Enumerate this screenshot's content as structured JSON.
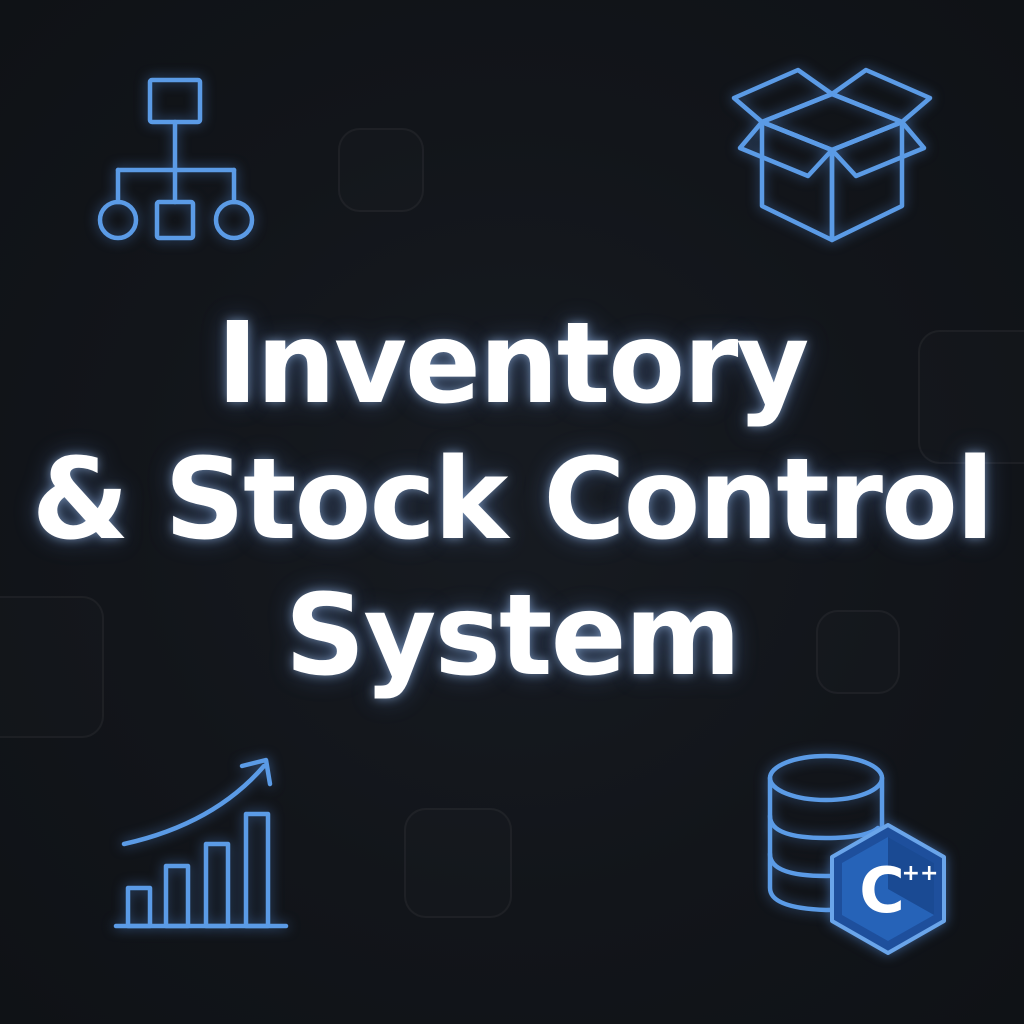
{
  "title": {
    "line1": "Inventory",
    "line2": "& Stock Control",
    "line3": "System"
  },
  "icons": {
    "top_left": "hierarchy-diagram-icon",
    "top_right": "open-box-icon",
    "bottom_left": "growth-bar-chart-icon",
    "bottom_right": "database-cpp-icon"
  },
  "cpp_badge": {
    "letter": "C",
    "superscript": "++"
  },
  "colors": {
    "background": "#111418",
    "accent": "#5b9be6",
    "title": "#ffffff",
    "badge_fill": "#1e4f9c"
  }
}
